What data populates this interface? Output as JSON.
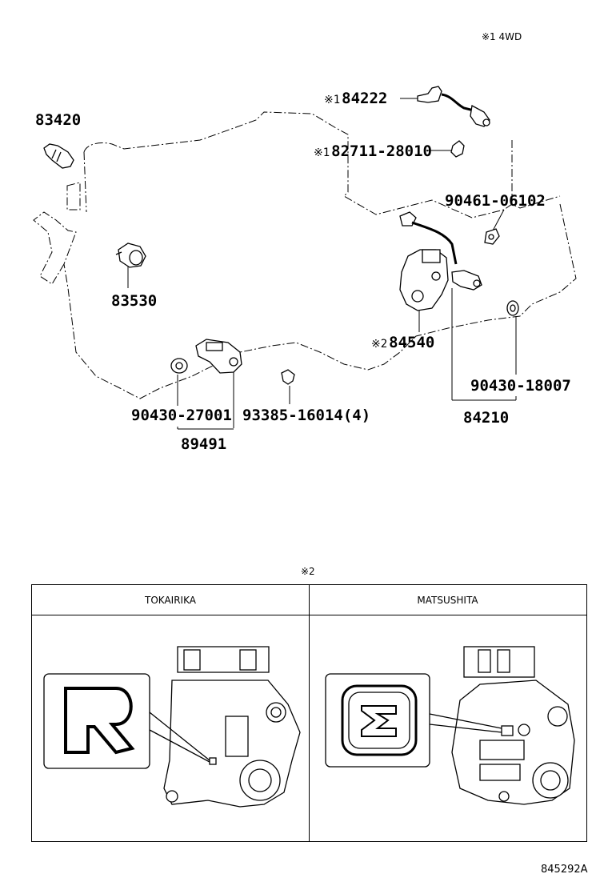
{
  "note_top": "※1 4WD",
  "parts": {
    "p84222": {
      "mark": "※1",
      "number": "84222"
    },
    "p83420": {
      "number": "83420"
    },
    "p82711": {
      "mark": "※1",
      "number": "82711-28010"
    },
    "p90461": {
      "number": "90461-06102"
    },
    "p83530": {
      "number": "83530"
    },
    "p84540": {
      "mark": "※2",
      "number": "84540"
    },
    "p90430_18007": {
      "number": "90430-18007"
    },
    "p90430_27001": {
      "number": "90430-27001"
    },
    "p93385": {
      "number": "93385-16014(4)"
    },
    "p84210": {
      "number": "84210"
    },
    "p89491": {
      "number": "89491"
    }
  },
  "table": {
    "mark": "※2",
    "col1_header": "TOKAIRIKA",
    "col2_header": "MATSUSHITA"
  },
  "ref_code": "845292A"
}
